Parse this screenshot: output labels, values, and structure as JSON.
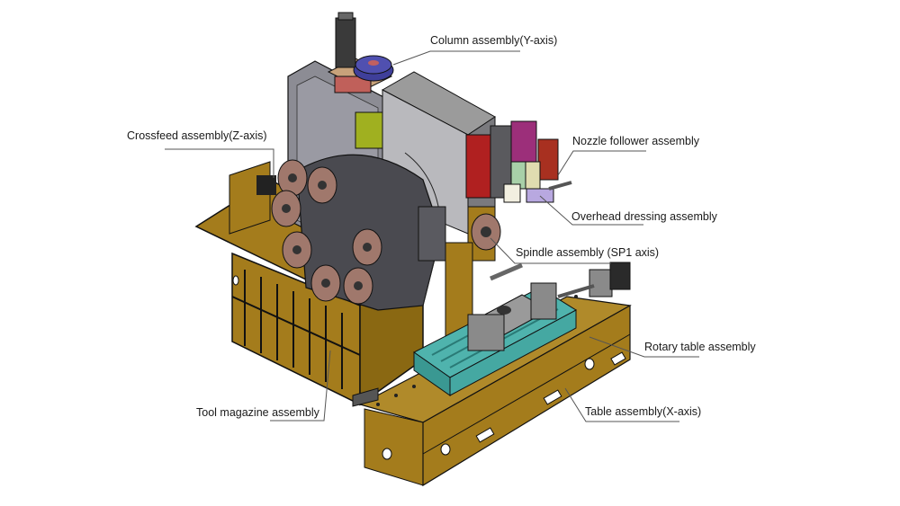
{
  "figure": {
    "subject": "Grinding machine assembly (isometric CAD view)",
    "labels": {
      "column": "Column assembly(Y-axis)",
      "crossfeed": "Crossfeed assembly(Z-axis)",
      "nozzle": "Nozzle follower assembly",
      "overhead": "Overhead dressing assembly",
      "spindle": "Spindle assembly (SP1 axis)",
      "rotary": "Rotary table assembly",
      "table": "Table assembly(X-axis)",
      "magazine": "Tool magazine assembly"
    },
    "colors": {
      "bed": "#a47c1c",
      "bed_dark": "#7a5a10",
      "column": "#8c8c93",
      "column_face": "#b9b9c0",
      "magazine_body": "#4a4a50",
      "wheel": "#a0786c",
      "table": "#4fb3ad",
      "slide": "#8a8a8a",
      "motor_blue": "#3f3f9a",
      "red": "#b02020",
      "magenta": "#9c2f7a",
      "green_block": "#a0b020",
      "leader": "#555555"
    }
  }
}
